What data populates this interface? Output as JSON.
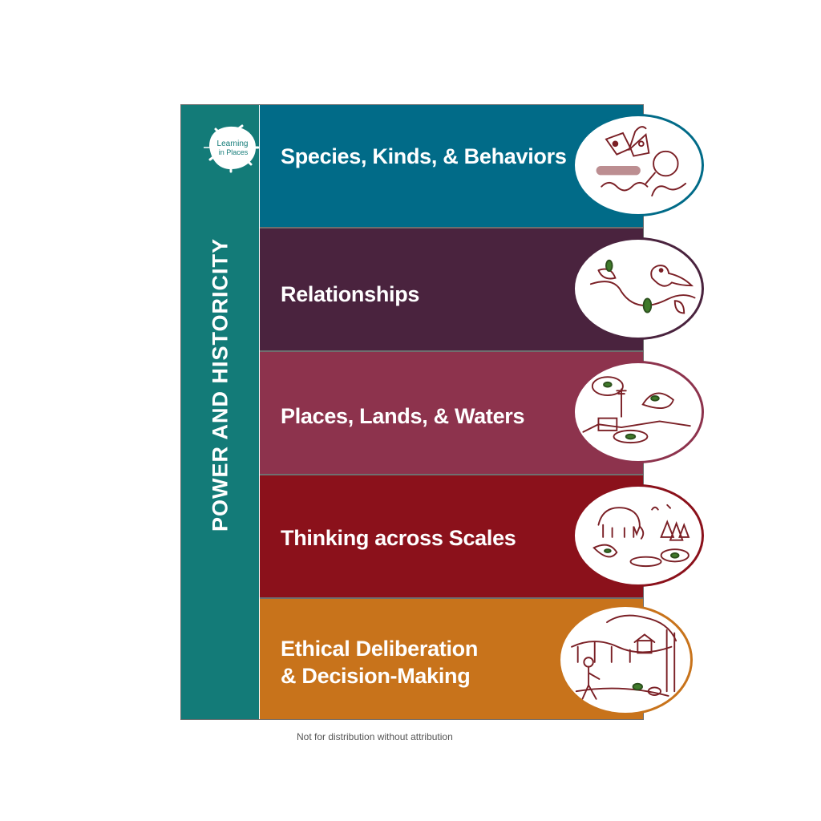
{
  "sidebar": {
    "title": "POWER AND HISTORICITY",
    "color": "#137b78",
    "logo": {
      "text_line1": "Learning",
      "text_line2": "in Places"
    }
  },
  "bands": [
    {
      "label": "Species, Kinds, & Behaviors",
      "color": "#016b88",
      "illustration": "butterfly-caterpillar-magnifier-icon"
    },
    {
      "label": "Relationships",
      "color": "#4a233e",
      "illustration": "bird-branch-caterpillar-icon"
    },
    {
      "label": "Places, Lands, & Waters",
      "color": "#8d334d",
      "illustration": "city-landscape-map-icon"
    },
    {
      "label": "Thinking across Scales",
      "color": "#8b111b",
      "illustration": "mammoth-forest-scales-icon"
    },
    {
      "label_line1": "Ethical Deliberation",
      "label_line2": "& Decision-Making",
      "color": "#c8731b",
      "illustration": "person-park-bridge-icon"
    }
  ],
  "footer": {
    "text": "Not for distribution without attribution"
  }
}
